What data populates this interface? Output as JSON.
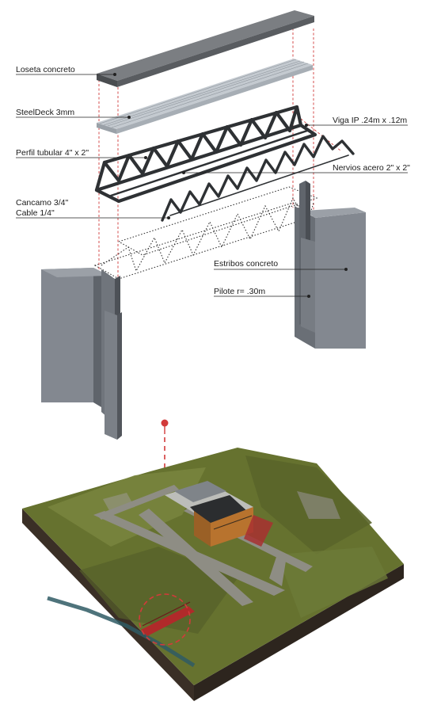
{
  "labels": {
    "slab": "Loseta concreto",
    "steeldeck": "SteelDeck 3mm",
    "tube": "Perfil tubular 4\" x 2\"",
    "beam": "Viga IP .24m x .12m",
    "ribs": "Nervios acero 2\" x 2\"",
    "eyebolt": "Cancamo 3/4\"",
    "cable": "Cable 1/4\"",
    "abutment": "Estribos concreto",
    "pile": "Pilote r= .30m"
  },
  "colors": {
    "slab": "#6b6e72",
    "deck": "#b9c0c6",
    "steel": "#2e3134",
    "concrete": "#8c9096",
    "accent_red": "#d23a3a",
    "terrain": "#6f7a35",
    "soil": "#3c3026"
  },
  "icons": {
    "locator": "map-pin-icon"
  }
}
